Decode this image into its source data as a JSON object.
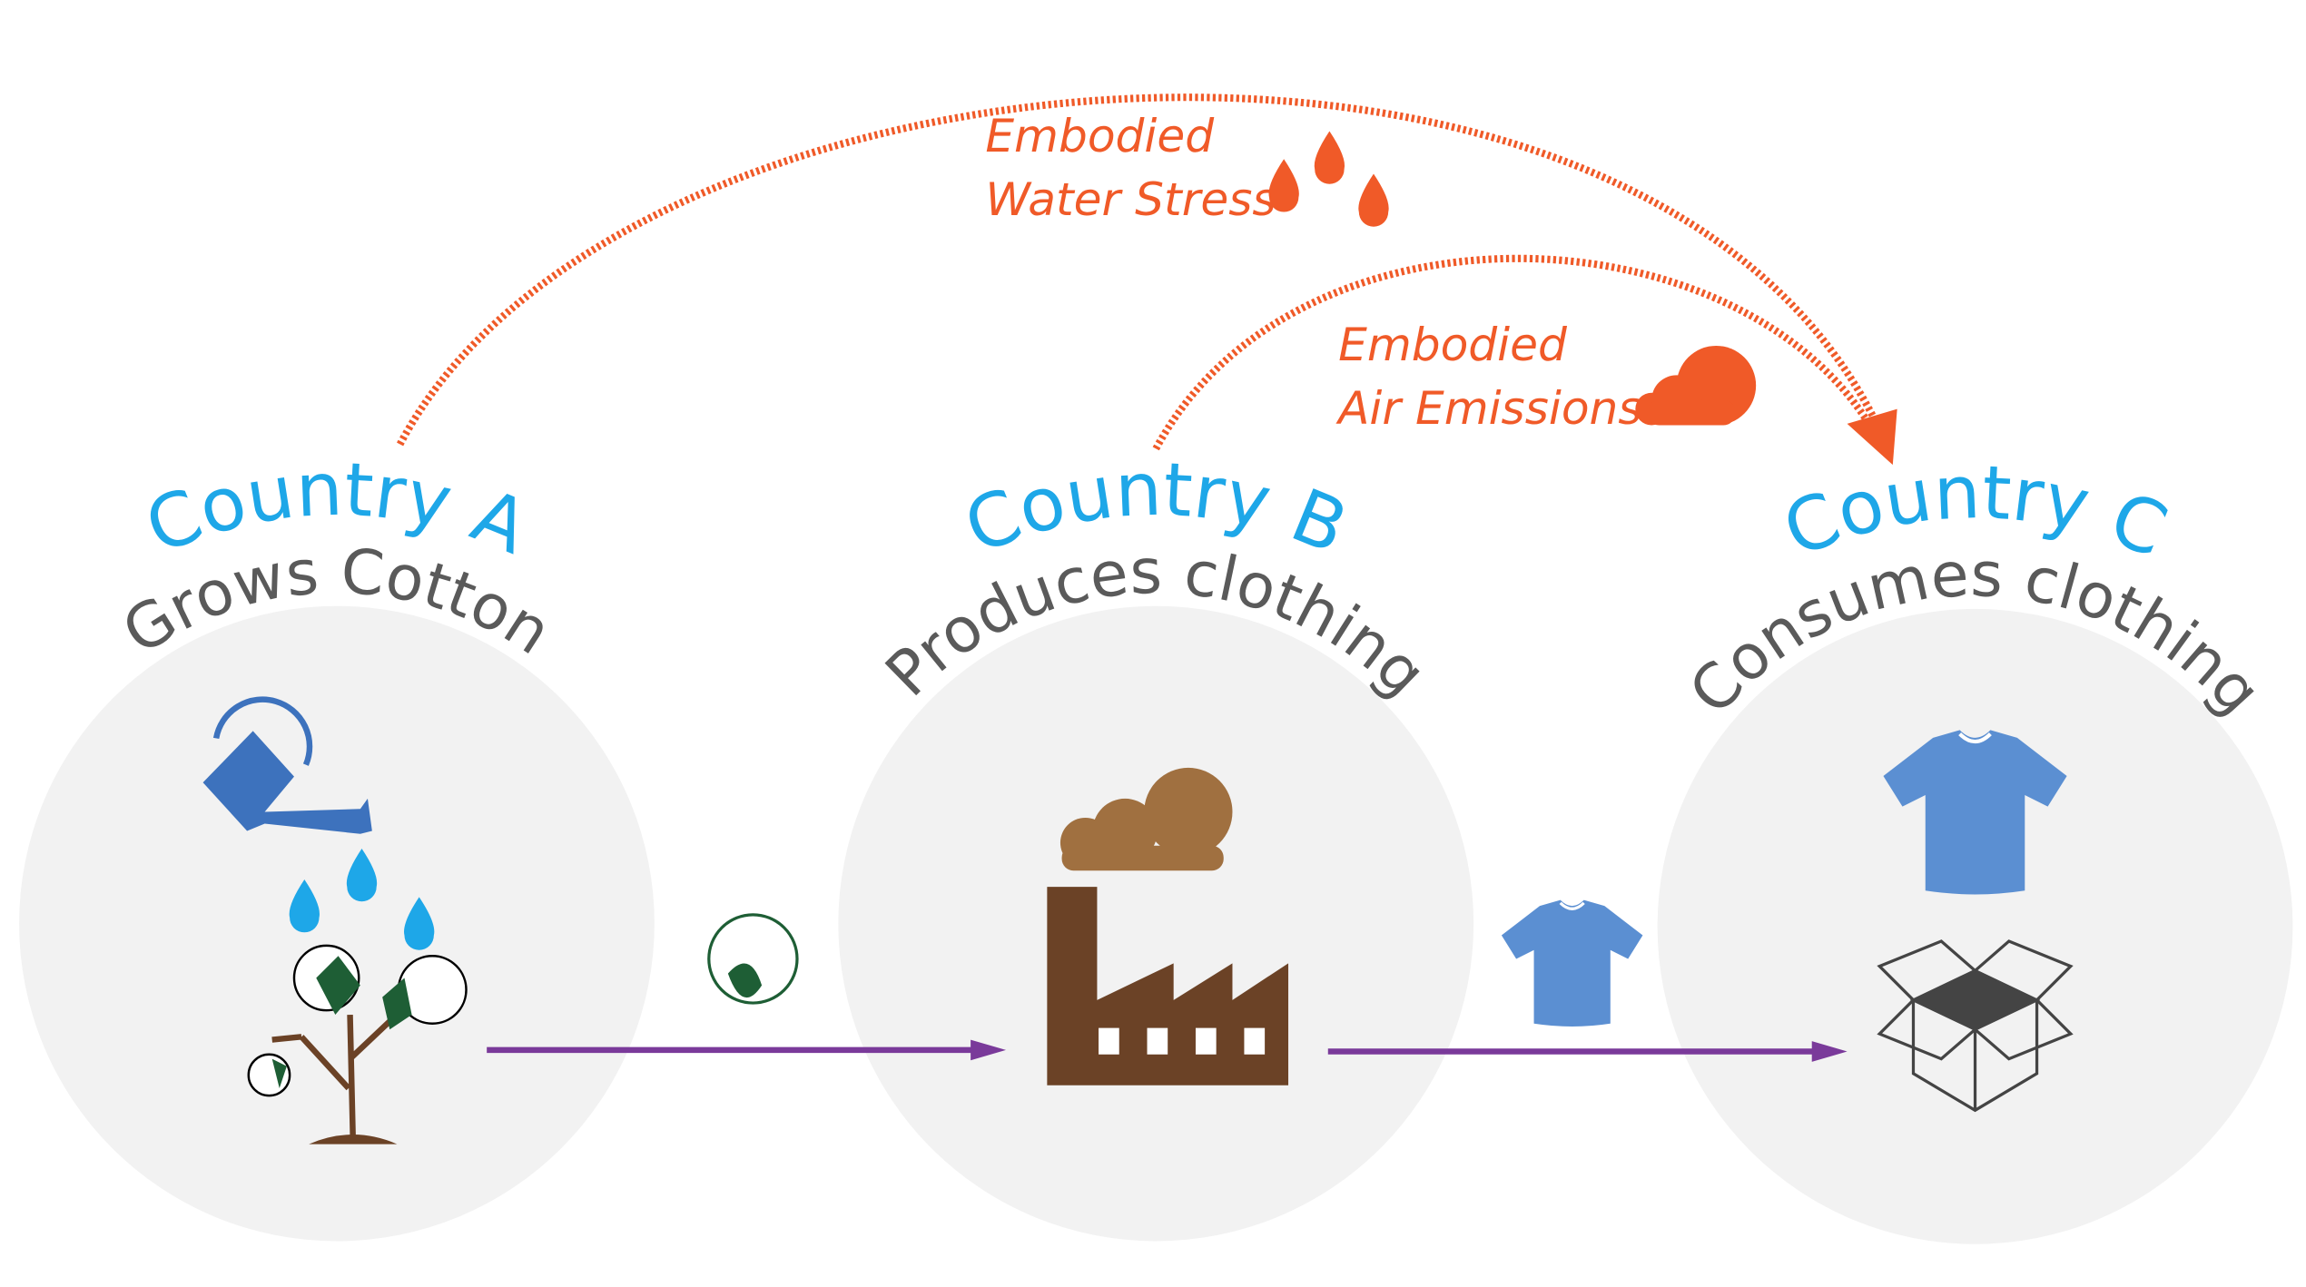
{
  "colors": {
    "country": "#1ea7e8",
    "role": "#5a5a5a",
    "embodied": "#f05a28",
    "flow": "#7a3a9a",
    "circle": "#f2f2f2",
    "factory": "#6b4226",
    "smoke": "#a07040",
    "shirt": "#5b8fd2"
  },
  "countries": [
    {
      "name": "Country A",
      "role": "Grows Cotton",
      "icons": [
        "watering-can-icon",
        "water-drop-icon",
        "cotton-plant-icon"
      ]
    },
    {
      "name": "Country B",
      "role": "Produces clothing",
      "icons": [
        "factory-icon",
        "smoke-cloud-icon"
      ]
    },
    {
      "name": "Country C",
      "role": "Consumes clothing",
      "icons": [
        "tshirt-icon",
        "open-box-icon"
      ]
    }
  ],
  "flows": [
    {
      "from": "Country A",
      "to": "Country B",
      "icon": "cotton-boll-icon"
    },
    {
      "from": "Country B",
      "to": "Country C",
      "icon": "tshirt-icon"
    }
  ],
  "embodied": {
    "water": {
      "line1": "Embodied",
      "line2": "Water Stress",
      "icon": "water-drops-icon"
    },
    "air": {
      "line1": "Embodied",
      "line2": "Air Emissions",
      "icon": "cloud-icon"
    }
  }
}
